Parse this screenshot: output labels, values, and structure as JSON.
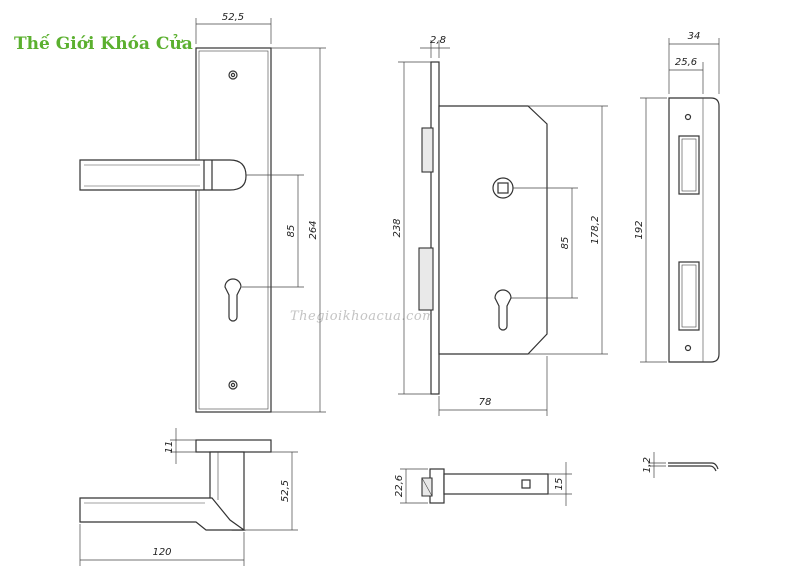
{
  "brand": {
    "name": "Thế Giới Khóa Cửa",
    "color": "#5bb02f"
  },
  "watermark": "Thegioikhoacua.com.vn",
  "dimensions": {
    "plate_width": "52,5",
    "plate_height": "264",
    "plate_handle_to_key": "85",
    "handle_rose_thickness": "11",
    "handle_projection": "52,5",
    "handle_length": "120",
    "faceplate_thickness": "2,8",
    "lock_height": "238",
    "lock_spindle_to_key": "85",
    "lock_body_height": "178,2",
    "lock_depth": "78",
    "strike_width": "34",
    "strike_inner_width": "25,6",
    "strike_height": "192",
    "latch_height": "22,6",
    "latch_bolt": "15",
    "strike_thickness": "1,2"
  }
}
